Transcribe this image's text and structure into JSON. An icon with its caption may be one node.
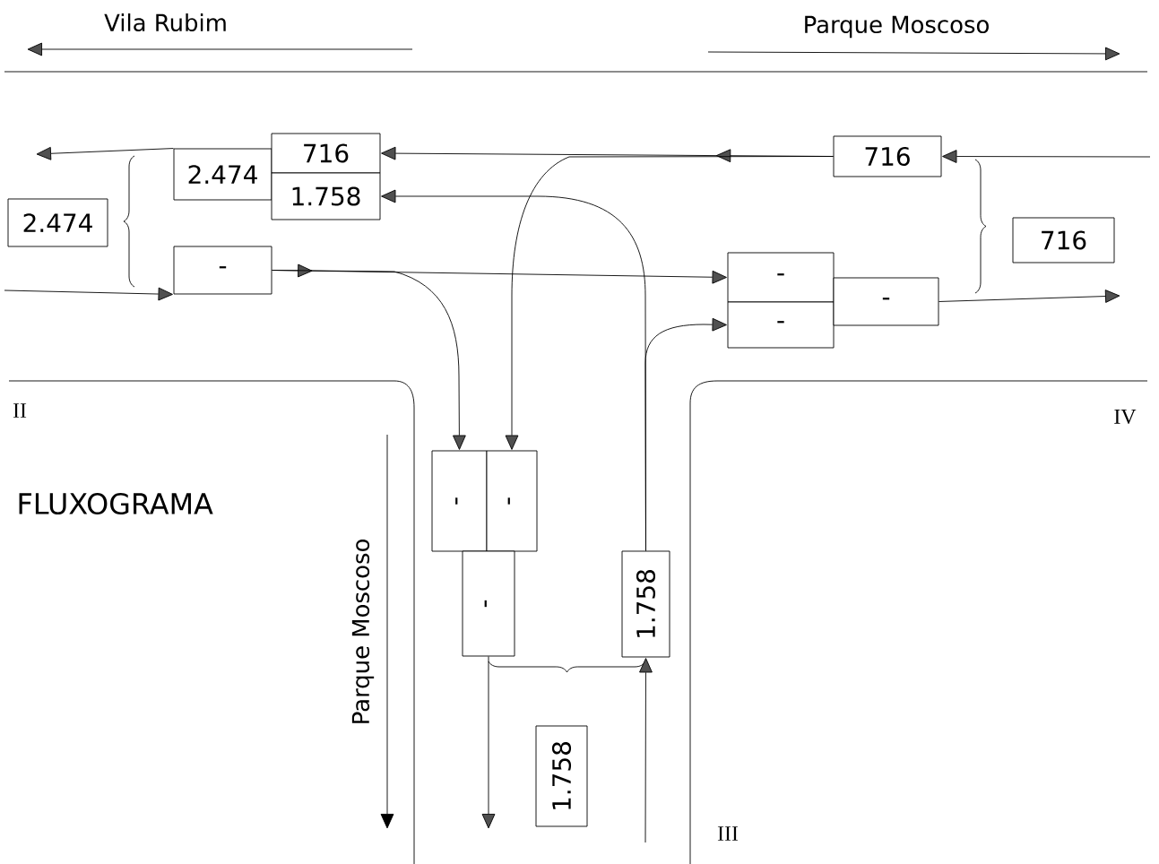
{
  "diagram": {
    "nodes": [
      {
        "text": [
          "2.474"
        ]
      },
      {
        "text": [
          "2.474"
        ]
      },
      {
        "text": [
          "716"
        ]
      },
      {
        "text": [
          "1.758"
        ]
      },
      {
        "text": [
          "-"
        ]
      },
      {
        "text": [
          "716"
        ]
      },
      {
        "text": [
          "716"
        ]
      },
      {
        "text": [
          "-"
        ]
      },
      {
        "text": [
          "-"
        ]
      },
      {
        "text": [
          "-"
        ]
      },
      {
        "text": [
          "-"
        ]
      },
      {
        "text": [
          "-"
        ]
      },
      {
        "text": [
          "-"
        ]
      },
      {
        "text": [
          "1.758"
        ]
      },
      {
        "text": [
          "1.758"
        ]
      }
    ],
    "edges": [
      {
        "from": 1,
        "to": null,
        "arrow": "to"
      },
      {
        "from": 5,
        "to": 2,
        "arrow": "to"
      },
      {
        "from": null,
        "to": 5,
        "arrow": "to"
      },
      {
        "from": 5,
        "to": 11,
        "arrow": "to"
      },
      {
        "from": 13,
        "to": 3,
        "arrow": "to"
      },
      {
        "from": 13,
        "to": 8,
        "arrow": "to"
      },
      {
        "from": null,
        "to": 4,
        "arrow": "to"
      },
      {
        "from": 4,
        "to": 7,
        "arrow": "to"
      },
      {
        "from": 4,
        "to": 10,
        "arrow": "to"
      },
      {
        "from": 9,
        "to": null,
        "arrow": "to"
      },
      {
        "from": 12,
        "to": null,
        "arrow": "to"
      },
      {
        "from": null,
        "to": 13,
        "arrow": "to"
      }
    ],
    "labels": [
      "Vila Rubim",
      "Parque Moscoso",
      "II",
      "IV",
      "FLUXOGRAMA",
      "Parque Moscoso",
      "III"
    ]
  }
}
